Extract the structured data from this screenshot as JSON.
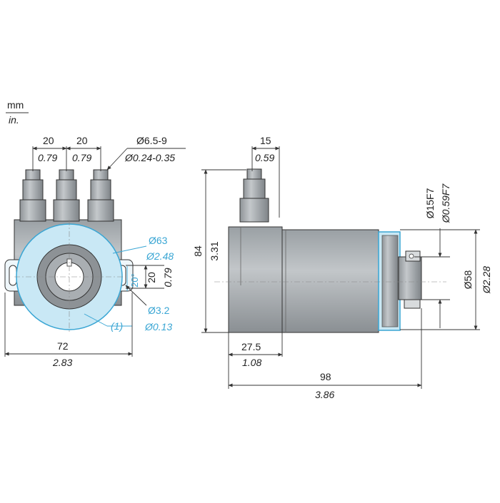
{
  "units": {
    "top": "mm",
    "bottom": "in."
  },
  "front_view": {
    "pitch1_mm": "20",
    "pitch1_in": "0.79",
    "pitch2_mm": "20",
    "pitch2_in": "0.79",
    "cable_mm": "Ø6.5-9",
    "cable_in": "Ø0.24-0.35",
    "flange_dia_mm": "Ø63",
    "flange_dia_in": "Ø2.48",
    "slot_angle": "20°",
    "slot_mm": "20",
    "slot_in": "0.79",
    "hole_mm": "Ø3.2",
    "hole_in": "Ø0.13",
    "callout": "(1)",
    "width_mm": "72",
    "width_in": "2.83"
  },
  "side_view": {
    "gland_mm": "15",
    "gland_in": "0.59",
    "height_mm": "84",
    "height_in": "3.31",
    "housing_mm": "27.5",
    "housing_in": "1.08",
    "length_mm": "98",
    "length_in": "3.86",
    "shaft_mm": "Ø15F7",
    "shaft_in": "Ø0.59F7",
    "body_mm": "Ø58",
    "body_in": "Ø2.28"
  },
  "colors": {
    "accent": "#3aa6d4",
    "fill_light": "#c9e8f5",
    "metal": "#a7acb0"
  }
}
